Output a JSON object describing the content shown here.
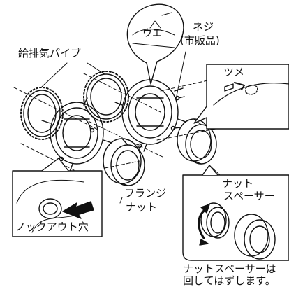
{
  "labels": {
    "exhaust_pipe": "給排気パイブ",
    "screw": "ネジ",
    "screw_note": "(市販品)",
    "top_mark": "ウエ",
    "claw": "ツメ",
    "flange_nut_1": "フランジ",
    "flange_nut_2": "ナット",
    "knockout_hole": "ノックアウト穴",
    "nut_spacer_1": "ナット",
    "nut_spacer_2": "スペーサー",
    "note_line_1": "ナットスペーサーは",
    "note_line_2": "回してはずします。"
  },
  "icons": [
    "hand-arrow-icon",
    "rotation-arrow-icon"
  ]
}
